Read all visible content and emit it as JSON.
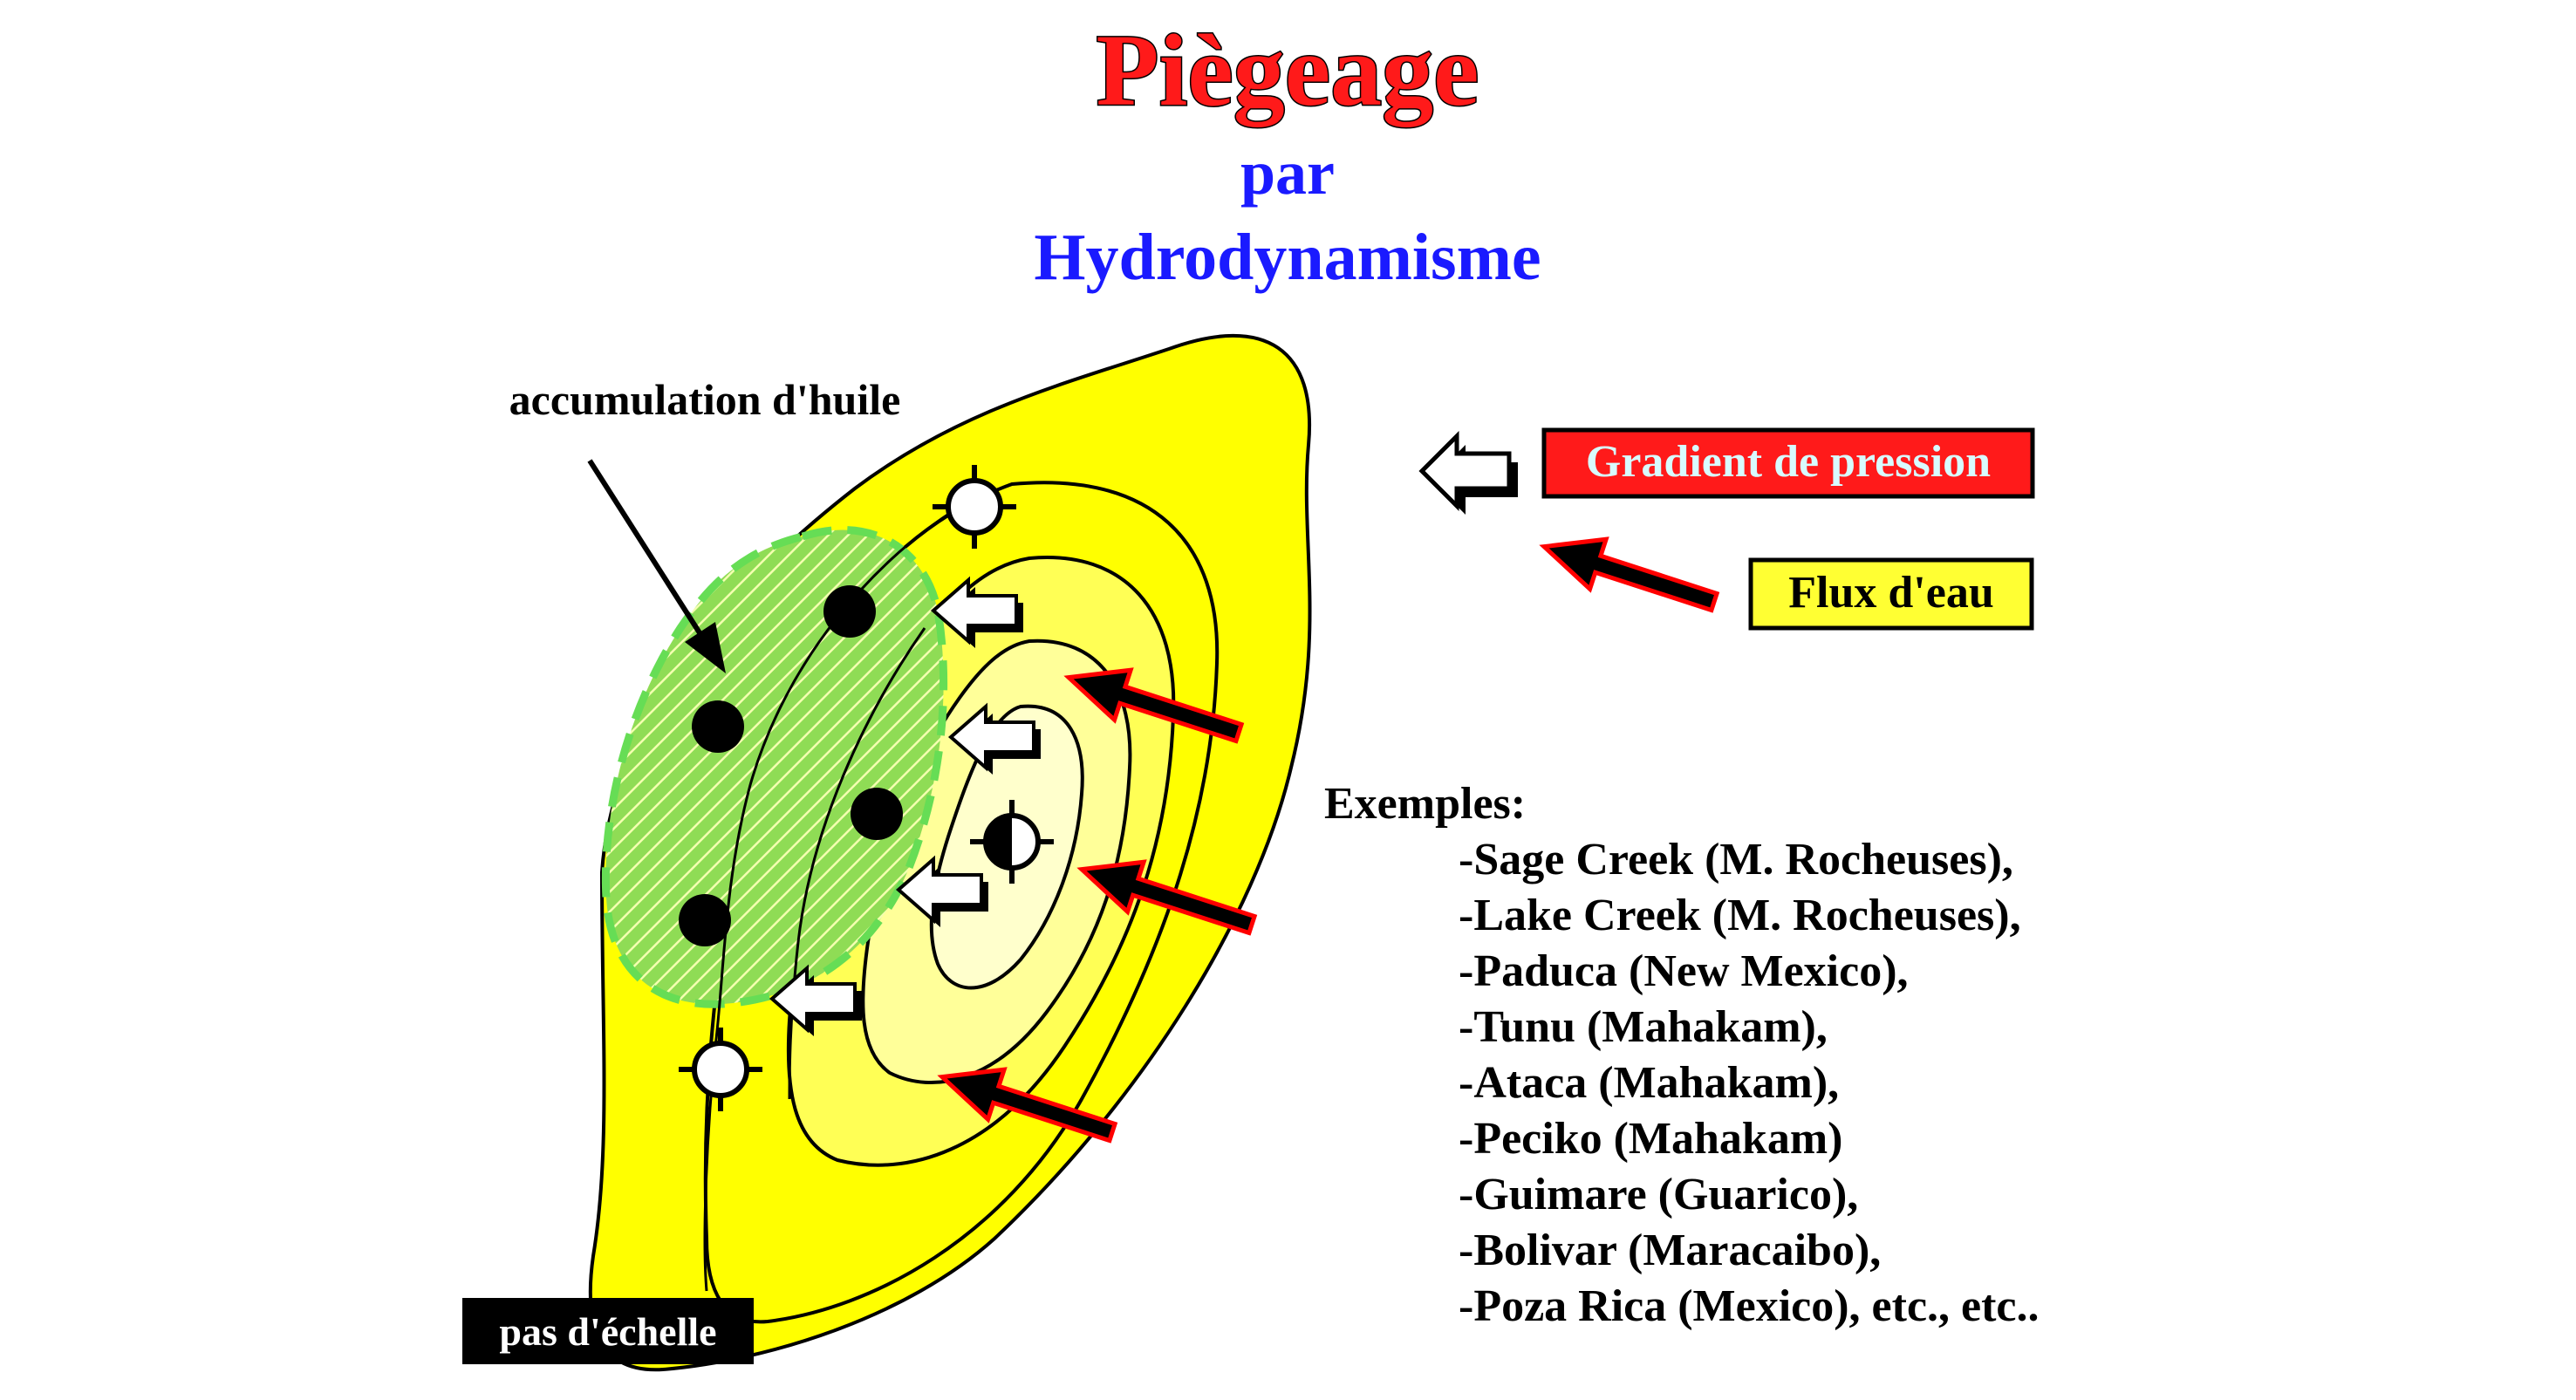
{
  "title": {
    "line1": "Piègeage",
    "line2": "par",
    "line3": "Hydrodynamisme"
  },
  "labels": {
    "oil_accumulation": "accumulation d'huile",
    "no_scale": "pas d'échelle"
  },
  "legend": {
    "pressure_gradient": "Gradient de pression",
    "water_flow": "Flux d'eau"
  },
  "examples": {
    "heading": "Exemples:",
    "items": [
      "-Sage Creek (M. Rocheuses),",
      "-Lake Creek (M. Rocheuses),",
      "-Paduca (New Mexico),",
      "-Tunu (Mahakam),",
      "-Ataca (Mahakam),",
      "-Peciko (Mahakam)",
      "-Guimare (Guarico),",
      "-Bolivar (Maracaibo),",
      "-Poza Rica (Mexico), etc., etc.."
    ]
  },
  "colors": {
    "title_red": "#ff1a1a",
    "title_blue": "#1a1aff",
    "structure_yellow": "#ffff00",
    "contour_yellow_2": "#ffff55",
    "contour_yellow_3": "#ffff99",
    "contour_yellow_4": "#ffffcc",
    "oil_green": "#66dd55",
    "legend_red_box": "#ff1a1a",
    "legend_yellow_box": "#ffff33",
    "flow_arrow_red": "#ff0000"
  },
  "icons": {
    "dry_well": "open-circle-crosshair-icon",
    "oil_well": "filled-black-circle-icon",
    "partial_well": "half-filled-circle-crosshair-icon",
    "pressure_arrow": "hollow-left-arrow-icon",
    "flow_arrow": "red-outlined-black-arrow-icon"
  }
}
